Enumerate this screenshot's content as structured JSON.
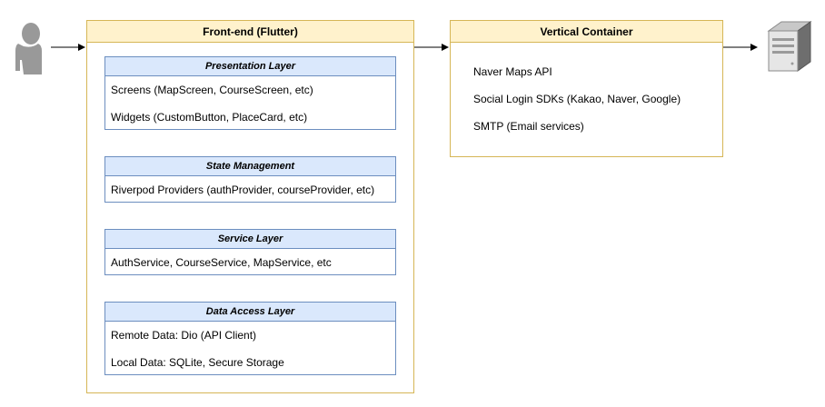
{
  "icons": {
    "user": "user-icon",
    "server": "server-icon"
  },
  "colors": {
    "container_fill": "#fff2cc",
    "container_border": "#d6b656",
    "layer_fill": "#dae8fc",
    "layer_border": "#6c8ebf",
    "icon_gray": "#999999"
  },
  "frontend": {
    "title": "Front-end (Flutter)",
    "layers": [
      {
        "title": "Presentation Layer",
        "items": [
          "Screens (MapScreen, CourseScreen, etc)",
          "Widgets (CustomButton, PlaceCard, etc)"
        ]
      },
      {
        "title": "State Management",
        "items": [
          "Riverpod Providers (authProvider, courseProvider, etc)"
        ]
      },
      {
        "title": "Service Layer",
        "items": [
          "AuthService, CourseService, MapService, etc"
        ]
      },
      {
        "title": "Data Access Layer",
        "items": [
          "Remote Data: Dio (API Client)",
          "Local Data: SQLite, Secure Storage"
        ]
      }
    ]
  },
  "vertical_container": {
    "title": "Vertical Container",
    "items": [
      "Naver Maps API",
      "Social Login SDKs (Kakao, Naver, Google)",
      "SMTP (Email services)"
    ]
  }
}
